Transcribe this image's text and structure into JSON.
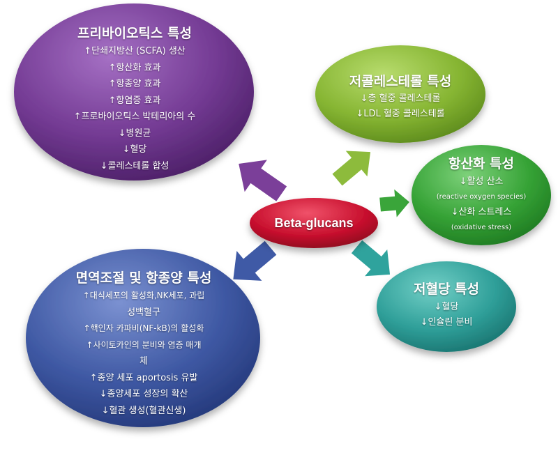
{
  "center": {
    "label": "Beta-glucans"
  },
  "prebiotic": {
    "title": "프리바이오틱스 특성",
    "lines": [
      "↑단쇄지방산 (SCFA) 생산",
      "↑항산화 효과",
      "↑항종양 효과",
      "↑항염증 효과",
      "↑프로바이오틱스 박테리아의 수",
      "↓병원균",
      "↓혈당",
      "↓콜레스테롤 합성"
    ]
  },
  "cholesterol": {
    "title": "저콜레스테롤 특성",
    "lines": [
      "↓총 혈중 콜레스테롤",
      "↓LDL 혈중 콜레스테롤"
    ]
  },
  "antioxidant": {
    "title": "항산화 특성",
    "lines": [
      "↓활성 산소",
      "(reactive oxygen species)",
      "↓산화 스트레스",
      "(oxidative stress)"
    ]
  },
  "glycemic": {
    "title": "저혈당 특성",
    "lines": [
      "↓혈당",
      "↓인슐린 분비"
    ]
  },
  "immune": {
    "title": "면역조절 및 항종양 특성",
    "lines": [
      "↑대식세포의 활성화,NK세포, 과립",
      "성백혈구",
      "↑핵인자 카파비(NF-kB)의 활성화",
      "↑사이토카인의 분비와 염증 매개",
      "체",
      "↑종양 세포 aportosis 유발",
      "↓종양세포 성장의 확산",
      "↓혈관 생성(혈관신생)"
    ]
  },
  "colors": {
    "prebiotic": "#7b3f99",
    "cholesterol": "#8dbb3c",
    "antioxidant": "#3aa53a",
    "glycemic": "#2fa39d",
    "immune": "#3f5aa6",
    "center": "#c8102e"
  }
}
